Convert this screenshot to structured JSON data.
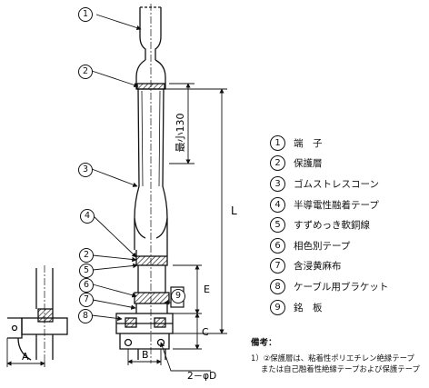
{
  "callouts": [
    {
      "id": "c1",
      "num": "1"
    },
    {
      "id": "c2a",
      "num": "2"
    },
    {
      "id": "c3",
      "num": "3"
    },
    {
      "id": "c4",
      "num": "4"
    },
    {
      "id": "c2b",
      "num": "2"
    },
    {
      "id": "c5",
      "num": "5"
    },
    {
      "id": "c6",
      "num": "6"
    },
    {
      "id": "c7",
      "num": "7"
    },
    {
      "id": "c8",
      "num": "8"
    },
    {
      "id": "c9",
      "num": "9"
    }
  ],
  "dimensions": {
    "min_length": "最小130",
    "total_length": "L",
    "e": "E",
    "c": "C",
    "a": "A",
    "b": "B",
    "holes": "2－φD"
  },
  "legend": [
    {
      "num": "1",
      "label": "端　子"
    },
    {
      "num": "2",
      "label": "保護層"
    },
    {
      "num": "3",
      "label": "ゴムストレスコーン"
    },
    {
      "num": "4",
      "label": "半導電性融着テープ"
    },
    {
      "num": "5",
      "label": "すずめっき軟銅線"
    },
    {
      "num": "6",
      "label": "相色別テープ"
    },
    {
      "num": "7",
      "label": "含浸黄麻布"
    },
    {
      "num": "8",
      "label": "ケーブル用ブラケット"
    },
    {
      "num": "9",
      "label": "銘　板"
    }
  ],
  "remarks": {
    "title": "備考：",
    "line1": "1）②保護層は、粘着性ポリエチレン絶縁テープ",
    "line2": "または自己融着性絶縁テープおよび保護テープ"
  },
  "colors": {
    "line": "#111111",
    "background": "#ffffff"
  }
}
